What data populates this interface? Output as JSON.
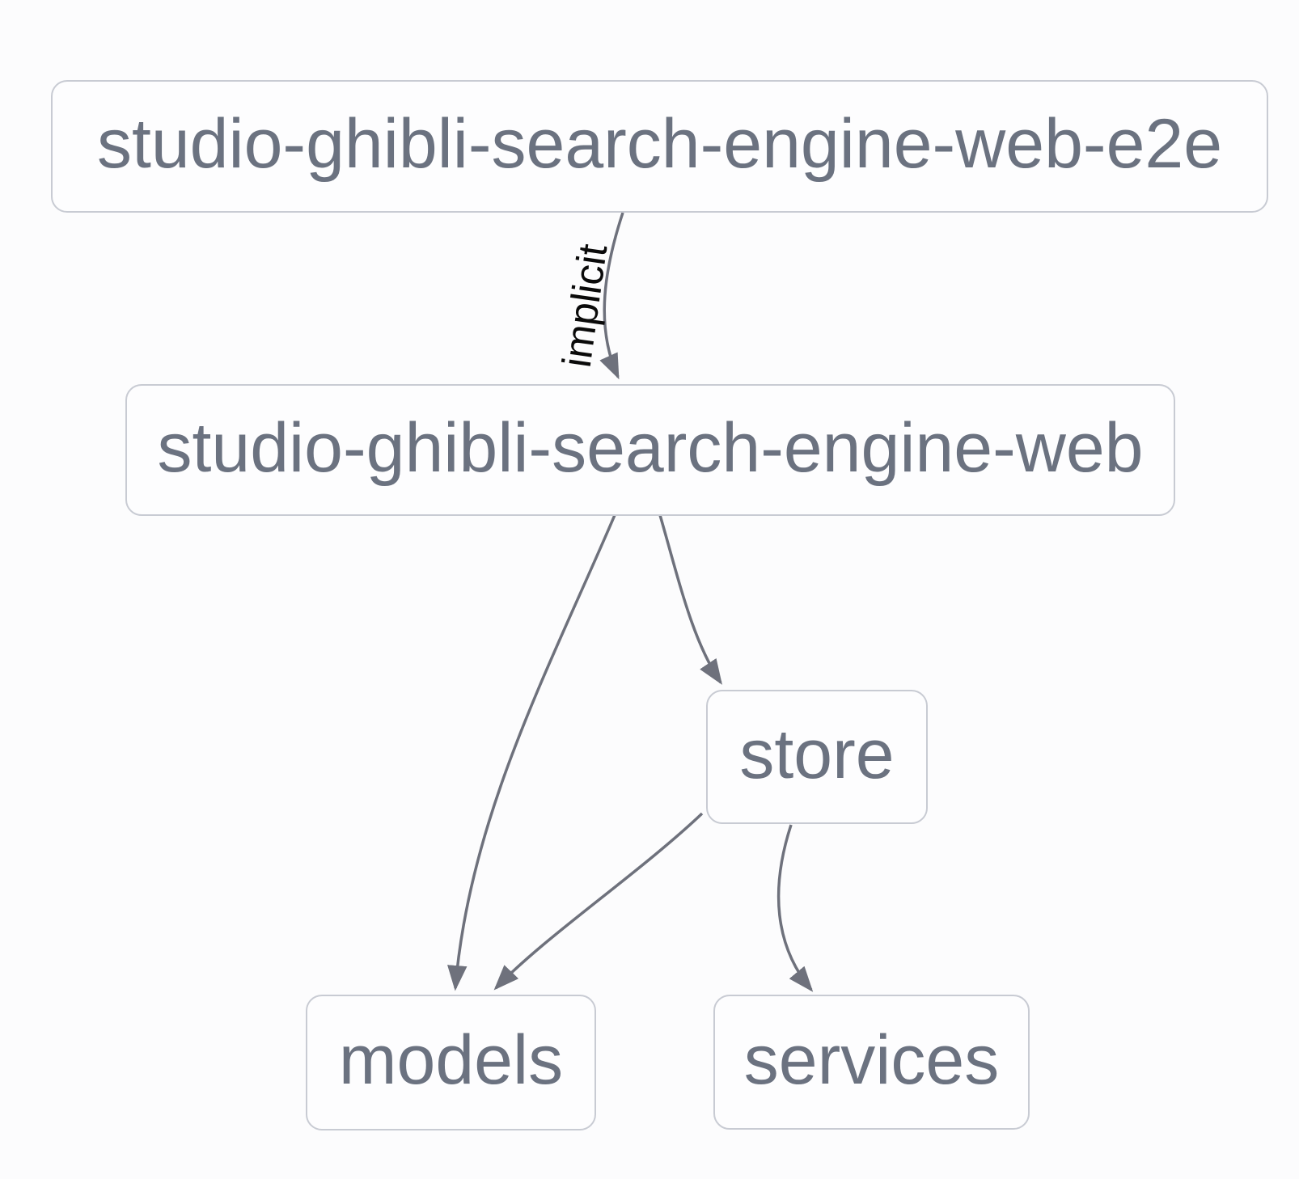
{
  "diagram": {
    "type": "dependency-graph",
    "background_color": "#fcfcfd",
    "node_border_color": "#c8cbd3",
    "node_fill_color": "#fdfdfe",
    "node_text_color": "#6b7280",
    "edge_color": "#6e717c",
    "edge_label_color": "#0a0a0a",
    "nodes": [
      {
        "id": "studio-ghibli-search-engine-web-e2e",
        "label": "studio-ghibli-search-engine-web-e2e"
      },
      {
        "id": "studio-ghibli-search-engine-web",
        "label": "studio-ghibli-search-engine-web"
      },
      {
        "id": "store",
        "label": "store"
      },
      {
        "id": "models",
        "label": "models"
      },
      {
        "id": "services",
        "label": "services"
      }
    ],
    "edges": [
      {
        "from": "studio-ghibli-search-engine-web-e2e",
        "to": "studio-ghibli-search-engine-web",
        "label": "implicit"
      },
      {
        "from": "studio-ghibli-search-engine-web",
        "to": "models",
        "label": ""
      },
      {
        "from": "studio-ghibli-search-engine-web",
        "to": "store",
        "label": ""
      },
      {
        "from": "store",
        "to": "models",
        "label": ""
      },
      {
        "from": "store",
        "to": "services",
        "label": ""
      }
    ]
  }
}
